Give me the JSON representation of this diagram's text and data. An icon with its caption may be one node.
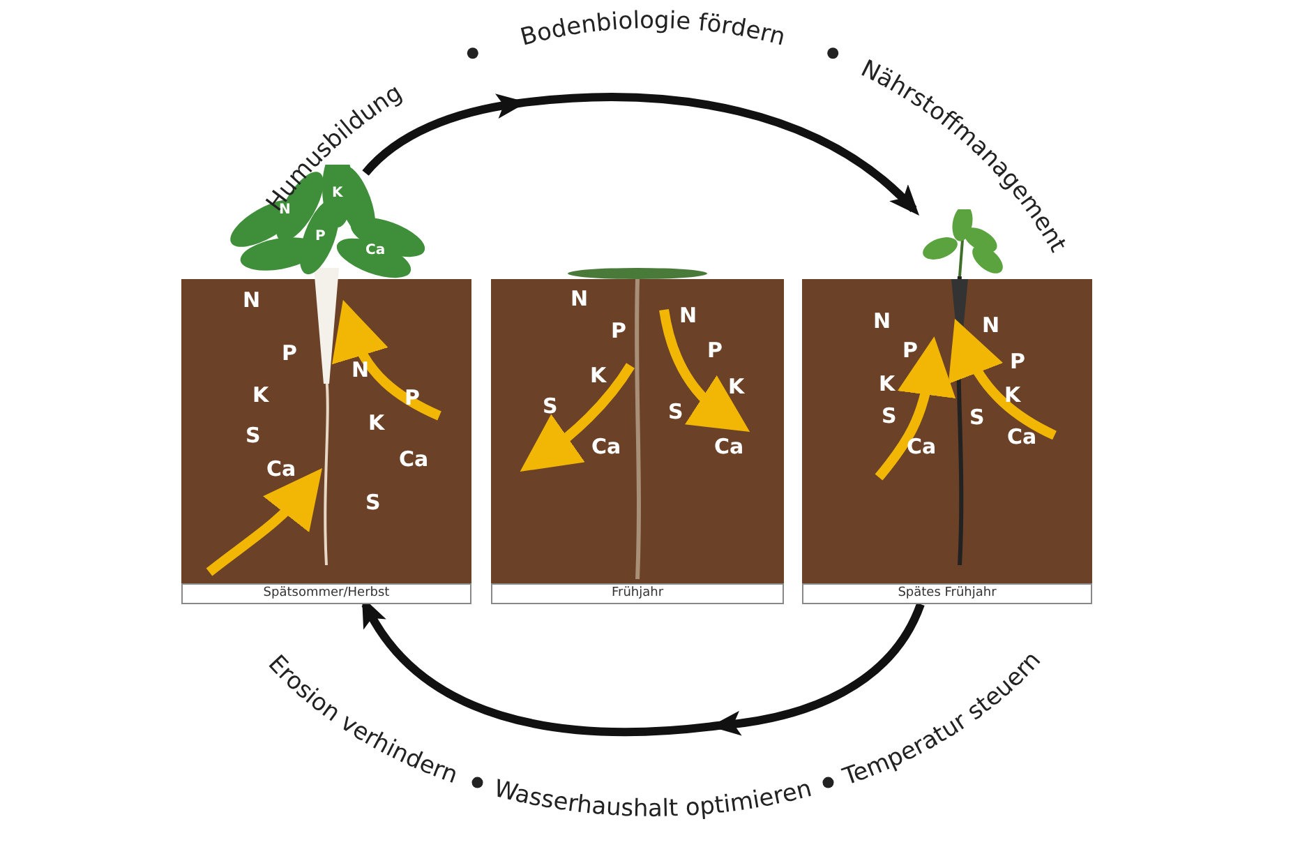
{
  "diagram": {
    "nodes": [
      {
        "text": [
          "Spätsommer/Herbst"
        ]
      },
      {
        "text": [
          "Frühjahr"
        ]
      },
      {
        "text": [
          "Spätes Frühjahr"
        ]
      }
    ],
    "edges": [
      {
        "from": 0,
        "to": 2,
        "arrow": "to"
      },
      {
        "from": 2,
        "to": 0,
        "arrow": "to"
      }
    ],
    "labels": [
      "Humusbildung",
      "Bodenbiologie fördern",
      "Nährstoffmanagement",
      "Erosion verhindern",
      "Wasserhaushalt optimieren",
      "Temperatur steuern",
      "K",
      "N",
      "P",
      "Ca",
      "N",
      "P",
      "K",
      "S",
      "Ca",
      "N",
      "P",
      "K",
      "Ca",
      "S",
      "N",
      "P",
      "K",
      "S",
      "Ca",
      "N",
      "P",
      "K",
      "S",
      "Ca",
      "N",
      "P",
      "K",
      "S",
      "Ca",
      "N",
      "P",
      "K",
      "S",
      "Ca"
    ]
  }
}
